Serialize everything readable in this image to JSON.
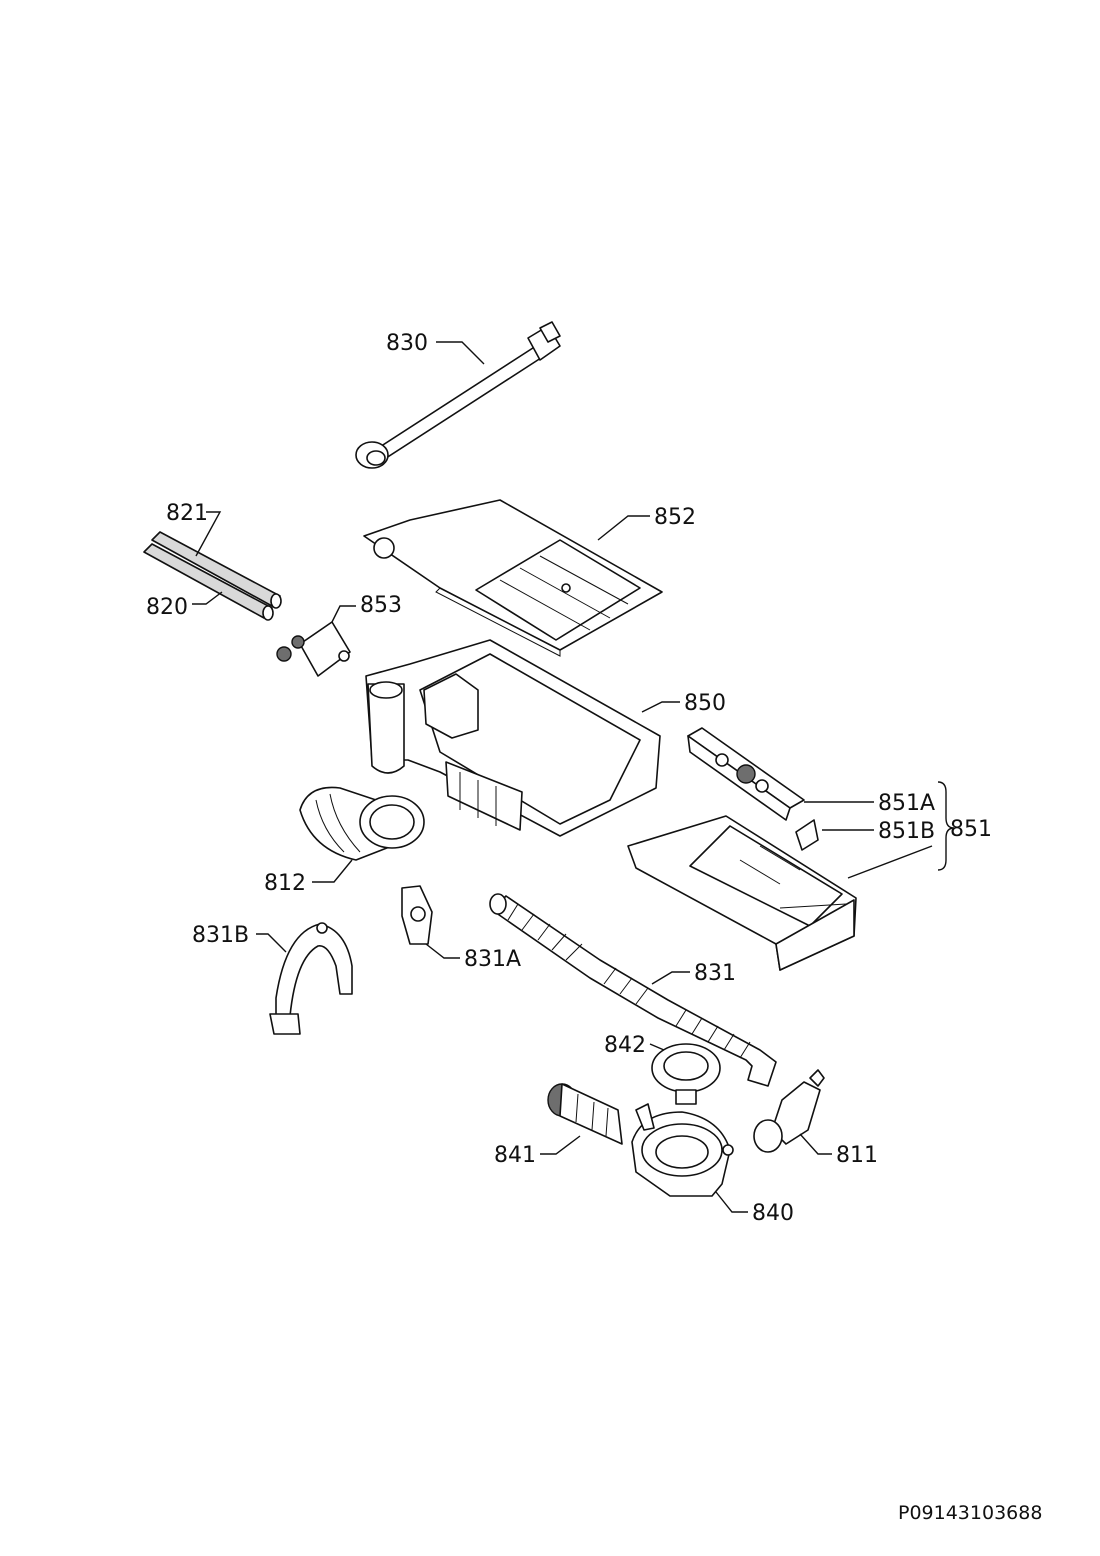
{
  "parts": {
    "p830": "830",
    "p852": "852",
    "p821": "821",
    "p820": "820",
    "p853": "853",
    "p850": "850",
    "p851A": "851A",
    "p851B": "851B",
    "p851": "851",
    "p812": "812",
    "p831B": "831B",
    "p831A": "831A",
    "p831": "831",
    "p842": "842",
    "p841": "841",
    "p811": "811",
    "p840": "840"
  },
  "drawing_code": "P09143103688"
}
